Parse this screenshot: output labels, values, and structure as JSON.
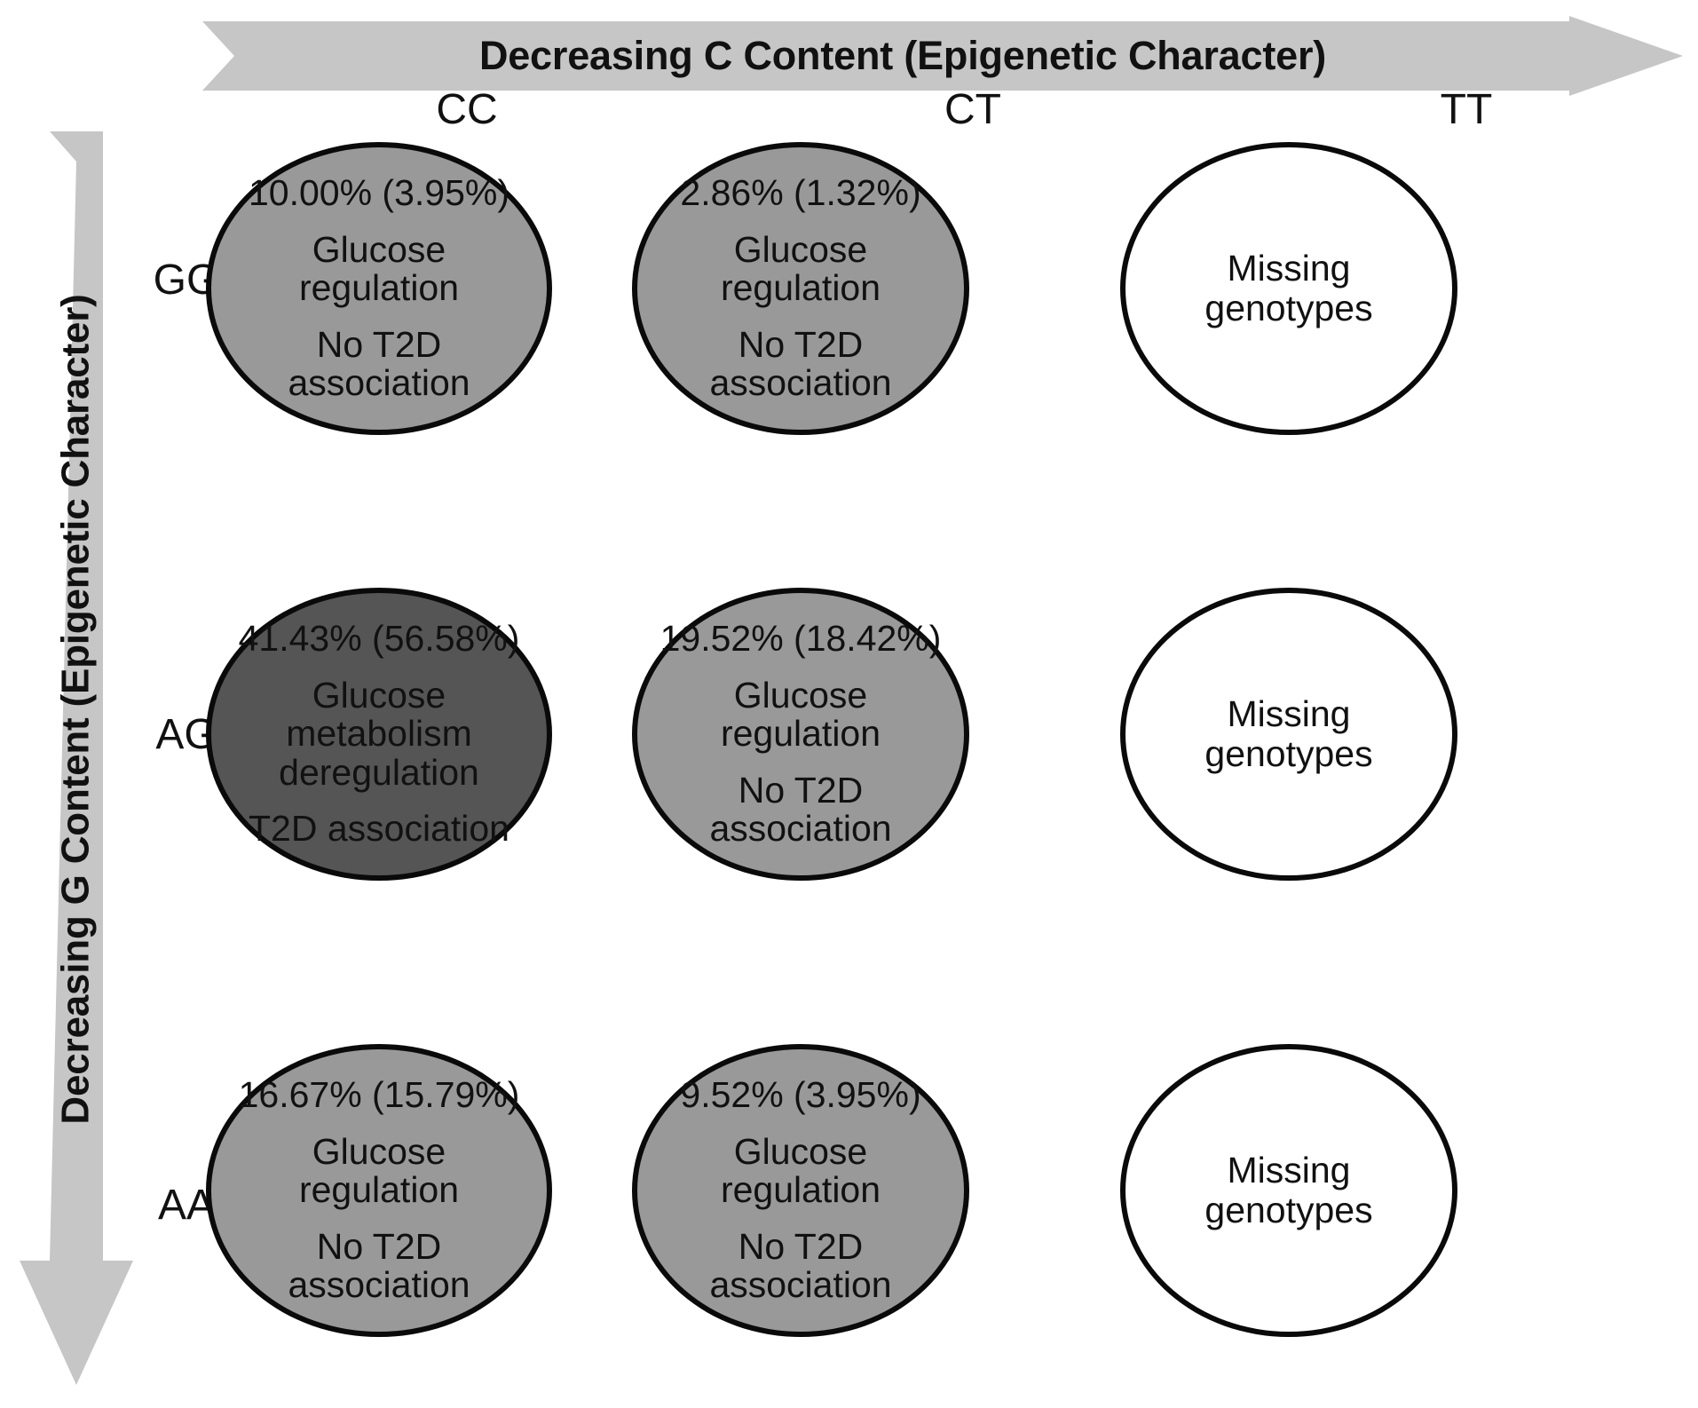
{
  "figure": {
    "top_arrow": {
      "label": "Decreasing C Content (Epigenetic Character)",
      "direction": "right",
      "color": "#c6c6c6"
    },
    "left_arrow": {
      "label": "Decreasing G Content (Epigenetic Character)",
      "direction": "down",
      "color": "#c6c6c6"
    },
    "column_headers": [
      "CC",
      "CT",
      "TT"
    ],
    "row_headers": [
      "GG",
      "AG",
      "AA"
    ],
    "colors": {
      "fill_medium_gray": "#999999",
      "fill_dark_gray": "#555555",
      "fill_white": "#ffffff",
      "outline": "#0a0a0a",
      "arrow_gray": "#c6c6c6"
    },
    "cells": [
      {
        "row": "GG",
        "col": "CC",
        "percent": "10.00% (3.95%)",
        "description": "Glucose regulation",
        "association": "No T2D association",
        "association_line1": "No T2D",
        "association_line2": "association",
        "missing": "",
        "fill": "#999999"
      },
      {
        "row": "GG",
        "col": "CT",
        "percent": "2.86% (1.32%)",
        "description": "Glucose regulation",
        "association": "No T2D association",
        "association_line1": "No T2D",
        "association_line2": "association",
        "missing": "",
        "fill": "#999999"
      },
      {
        "row": "GG",
        "col": "TT",
        "percent": "",
        "description": "",
        "association": "",
        "missing_line1": "Missing",
        "missing_line2": "genotypes",
        "missing": "Missing genotypes",
        "fill": "#ffffff"
      },
      {
        "row": "AG",
        "col": "CC",
        "percent": "41.43% (56.58%)",
        "description": "Glucose metabolism deregulation",
        "description_line1": "Glucose metabolism",
        "description_line2": "deregulation",
        "association": "T2D association",
        "missing": "",
        "fill": "#555555"
      },
      {
        "row": "AG",
        "col": "CT",
        "percent": "19.52% (18.42%)",
        "description": "Glucose regulation",
        "association": "No T2D association",
        "association_line1": "No T2D",
        "association_line2": "association",
        "missing": "",
        "fill": "#999999"
      },
      {
        "row": "AG",
        "col": "TT",
        "percent": "",
        "description": "",
        "association": "",
        "missing": "Missing genotypes",
        "fill": "#ffffff"
      },
      {
        "row": "AA",
        "col": "CC",
        "percent": "16.67% (15.79%)",
        "description": "Glucose regulation",
        "association": "No T2D association",
        "association_line1": "No T2D",
        "association_line2": "association",
        "missing": "",
        "fill": "#999999"
      },
      {
        "row": "AA",
        "col": "CT",
        "percent": "9.52% (3.95%)",
        "description": "Glucose regulation",
        "association": "No T2D association",
        "association_line1": "No T2D",
        "association_line2": "association",
        "missing": "",
        "fill": "#999999"
      },
      {
        "row": "AA",
        "col": "TT",
        "percent": "",
        "description": "",
        "association": "",
        "missing": "Missing genotypes",
        "fill": "#ffffff"
      }
    ]
  }
}
